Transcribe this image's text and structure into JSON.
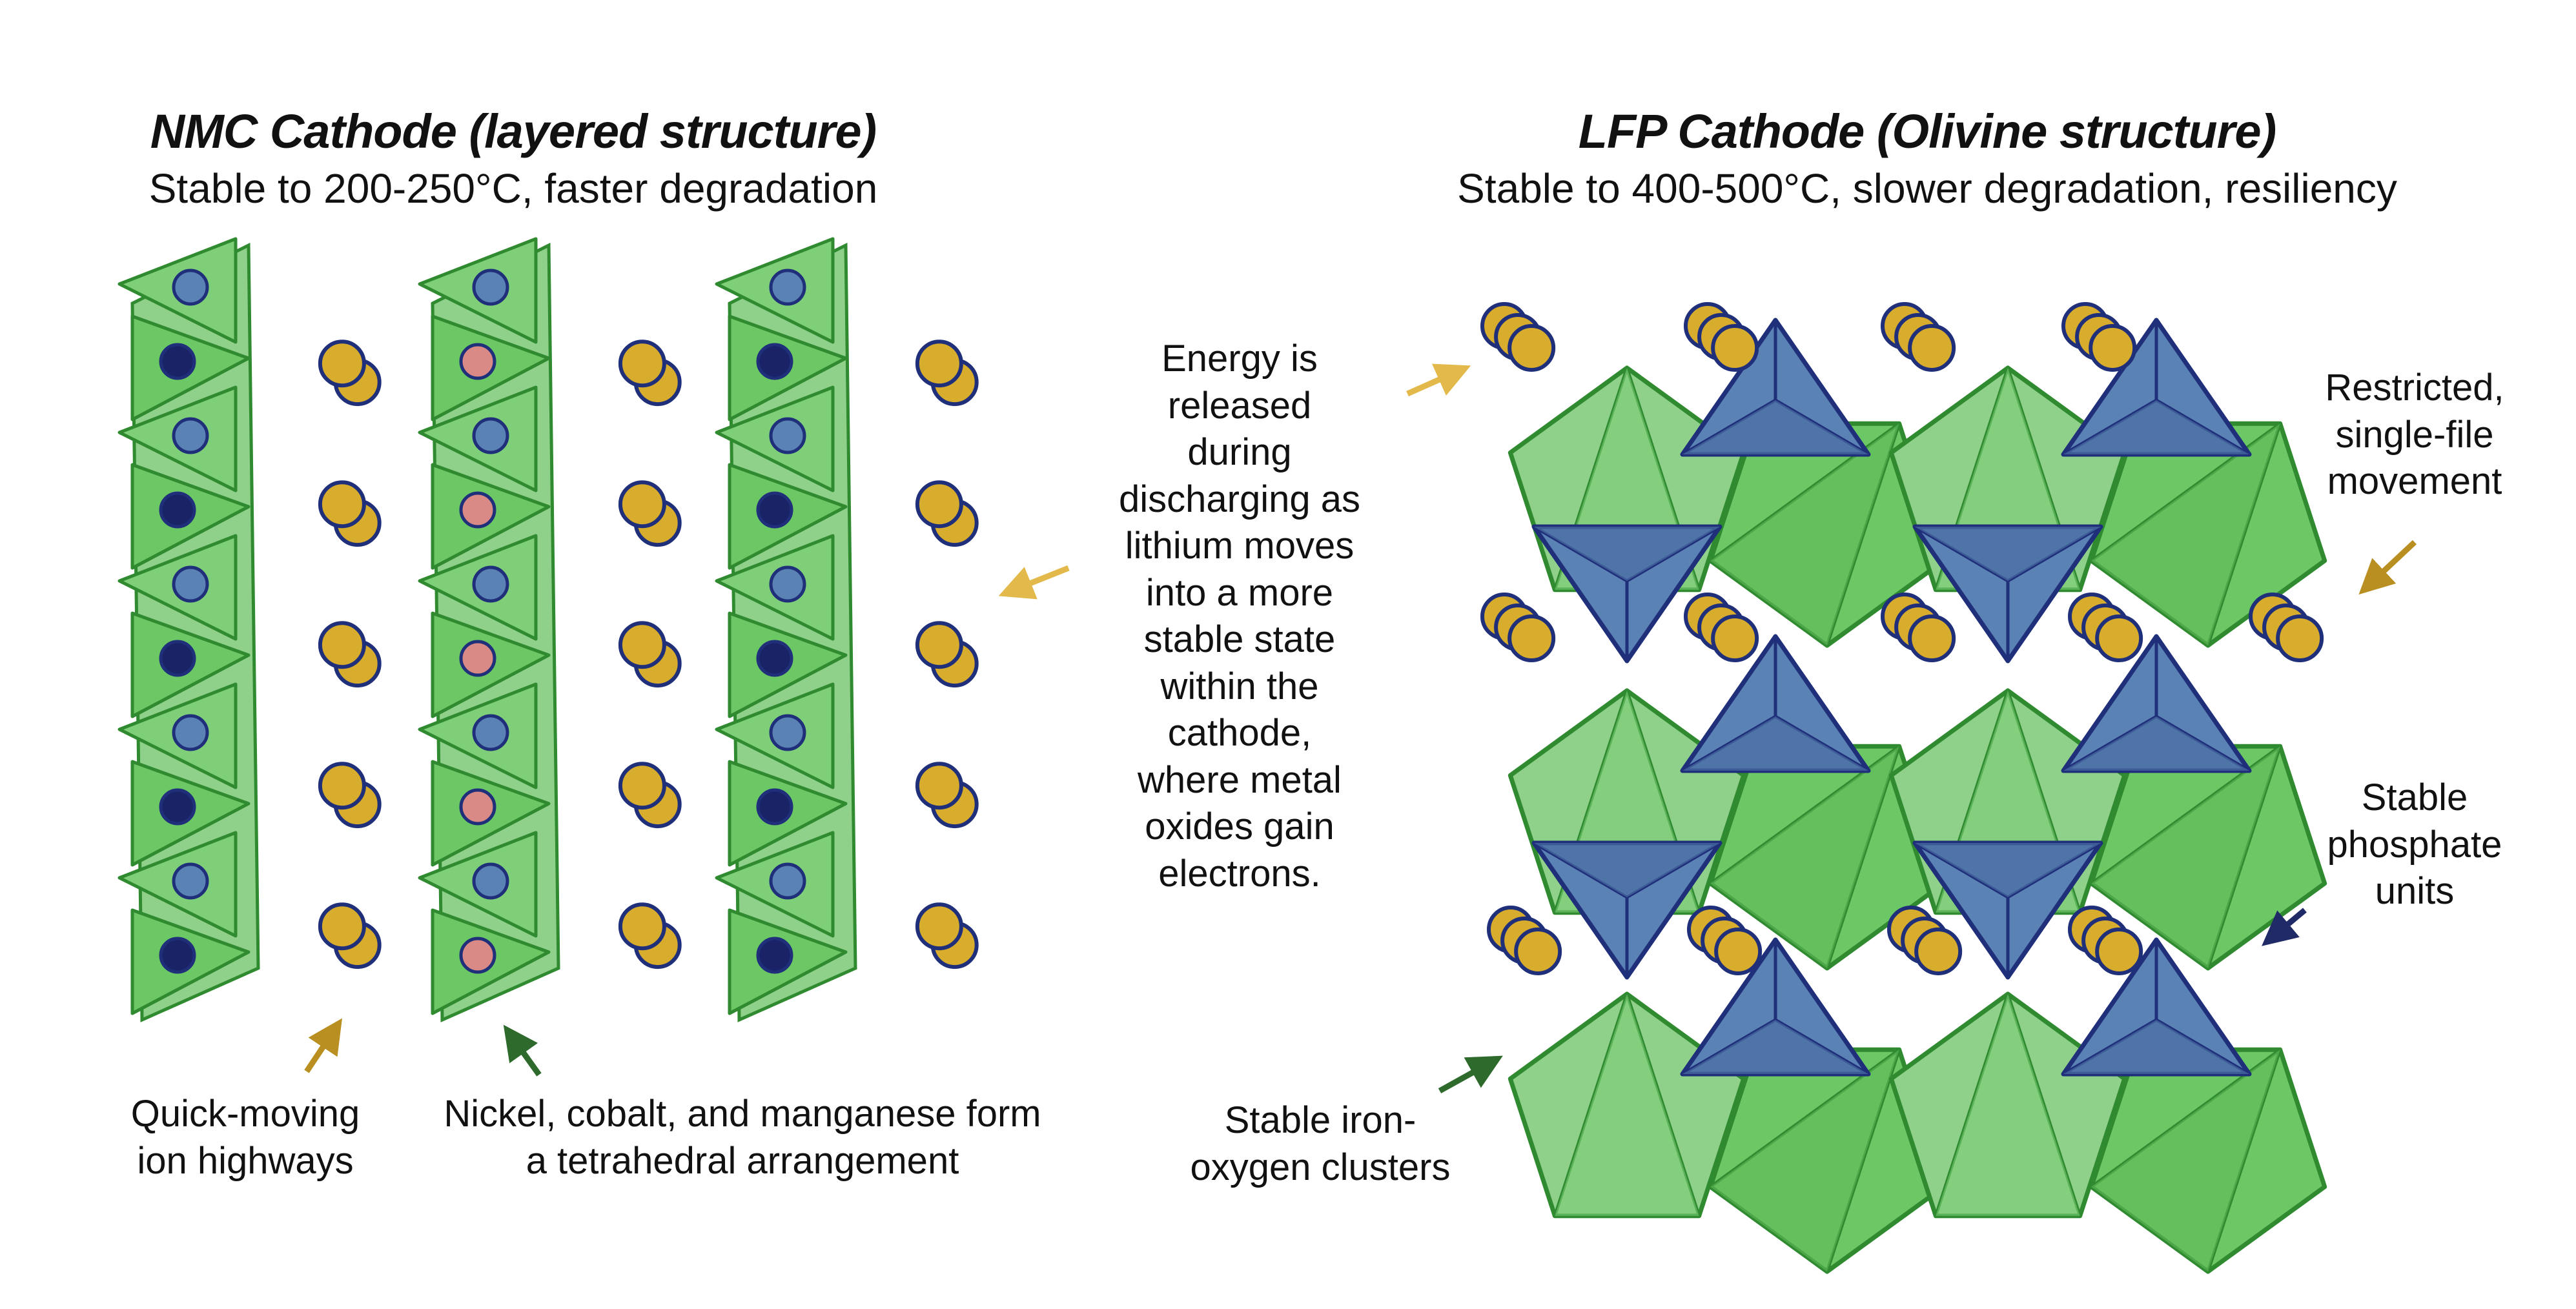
{
  "nmc": {
    "title": "NMC Cathode (layered structure)",
    "subtitle": "Stable to 200-250°C, faster degradation",
    "label_ion_highways": [
      "Quick-moving",
      "ion highways"
    ],
    "label_tetrahedral": [
      "Nickel, cobalt, and manganese form",
      "a tetrahedral arrangement"
    ]
  },
  "lfp": {
    "title": "LFP Cathode (Olivine structure)",
    "subtitle": "Stable to 400-500°C, slower degradation, resiliency",
    "label_restricted": [
      "Restricted,",
      "single-file",
      "movement"
    ],
    "label_phosphate": [
      "Stable",
      "phosphate",
      "units"
    ],
    "label_iron_oxygen": [
      "Stable iron-",
      "oxygen clusters"
    ]
  },
  "center_note": [
    "Energy is",
    "released",
    "during",
    "discharging as",
    "lithium moves",
    "into a more",
    "stable state",
    "within the",
    "cathode,",
    "where metal",
    "oxides gain",
    "electrons."
  ],
  "colors": {
    "green_light": "#8fd18a",
    "green_mid": "#6cc765",
    "green_dark": "#2f8a30",
    "blue_fill": "#5b82b4",
    "blue_dark": "#1f2f7a",
    "blue_navy": "#1a2366",
    "gold": "#d8ac2c",
    "pink": "#d98a86",
    "arrow_gold": "#e2b94a",
    "arrow_gold_dark": "#b98f22",
    "arrow_green": "#2d6a2c",
    "arrow_navy": "#1f2a66"
  },
  "icons": [
    "lithium-ion-icon",
    "transition-metal-icon",
    "tetrahedron-icon",
    "octahedron-icon",
    "phosphate-tetrahedron-icon",
    "arrow-icon"
  ]
}
